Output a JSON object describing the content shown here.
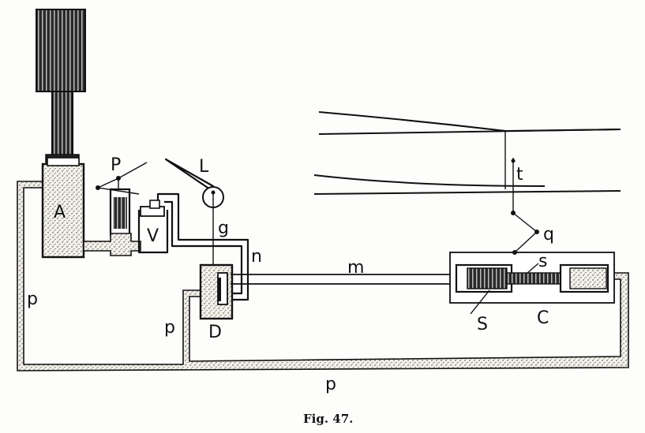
{
  "labels": {
    "A": "A",
    "P": "P",
    "V": "V",
    "L": "L",
    "g": "g",
    "n": "n",
    "m": "m",
    "D": "D",
    "t": "t",
    "q": "q",
    "s": "s",
    "S": "S",
    "C": "C",
    "p_left": "p",
    "p_mid": "p",
    "p_bottom": "p"
  },
  "caption": "Fig. 47."
}
